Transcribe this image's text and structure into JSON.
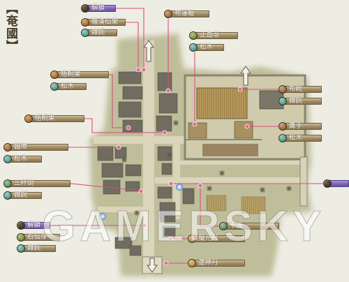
{
  "region": {
    "title": "【奄國】"
  },
  "watermark": {
    "text": "GAMERSKY"
  },
  "colors": {
    "page_bg": "#eeede4",
    "label_bar": "#9e8961",
    "key_item_bar": "#7b64b5",
    "leader_line": "#d4507e",
    "map_ground": "#bfbe9a",
    "waypoint": "#a9c8f5"
  },
  "items": [
    {
      "text": "解鎖",
      "icon": "chest-icon"
    },
    {
      "text": "羅漢仙果",
      "icon": "fruit-icon"
    },
    {
      "text": "雜銅",
      "icon": "ore-icon"
    },
    {
      "text": "布蓮鞭",
      "icon": "weapon-icon"
    },
    {
      "text": "止血草",
      "icon": "herb-icon"
    },
    {
      "text": "松木",
      "icon": "wood-icon"
    },
    {
      "text": "梧桐果",
      "icon": "fruit-icon"
    },
    {
      "text": "松木",
      "icon": "wood-icon"
    },
    {
      "text": "梧桐果",
      "icon": "fruit-icon"
    },
    {
      "text": "布靴",
      "icon": "boots-icon"
    },
    {
      "text": "雜銅",
      "icon": "ore-icon"
    },
    {
      "text": "鷹手",
      "icon": "gauntlet-icon"
    },
    {
      "text": "松木",
      "icon": "wood-icon"
    },
    {
      "text": "鐵帶",
      "icon": "belt-icon"
    },
    {
      "text": "松木",
      "icon": "wood-icon"
    },
    {
      "text": "三杯倒",
      "icon": "wine-icon"
    },
    {
      "text": "雜銅",
      "icon": "ore-icon"
    },
    {
      "icon": "chest-icon"
    },
    {
      "text": "解鎖",
      "icon": "chest-icon"
    },
    {
      "text": "石仙芽",
      "icon": "herb-icon"
    },
    {
      "text": "雜銅",
      "icon": "ore-icon"
    },
    {
      "text": "千歲",
      "icon": "wine-icon"
    },
    {
      "text": "魔元丹",
      "icon": "pill-icon"
    },
    {
      "text": "還神丹",
      "icon": "pill-icon"
    }
  ]
}
